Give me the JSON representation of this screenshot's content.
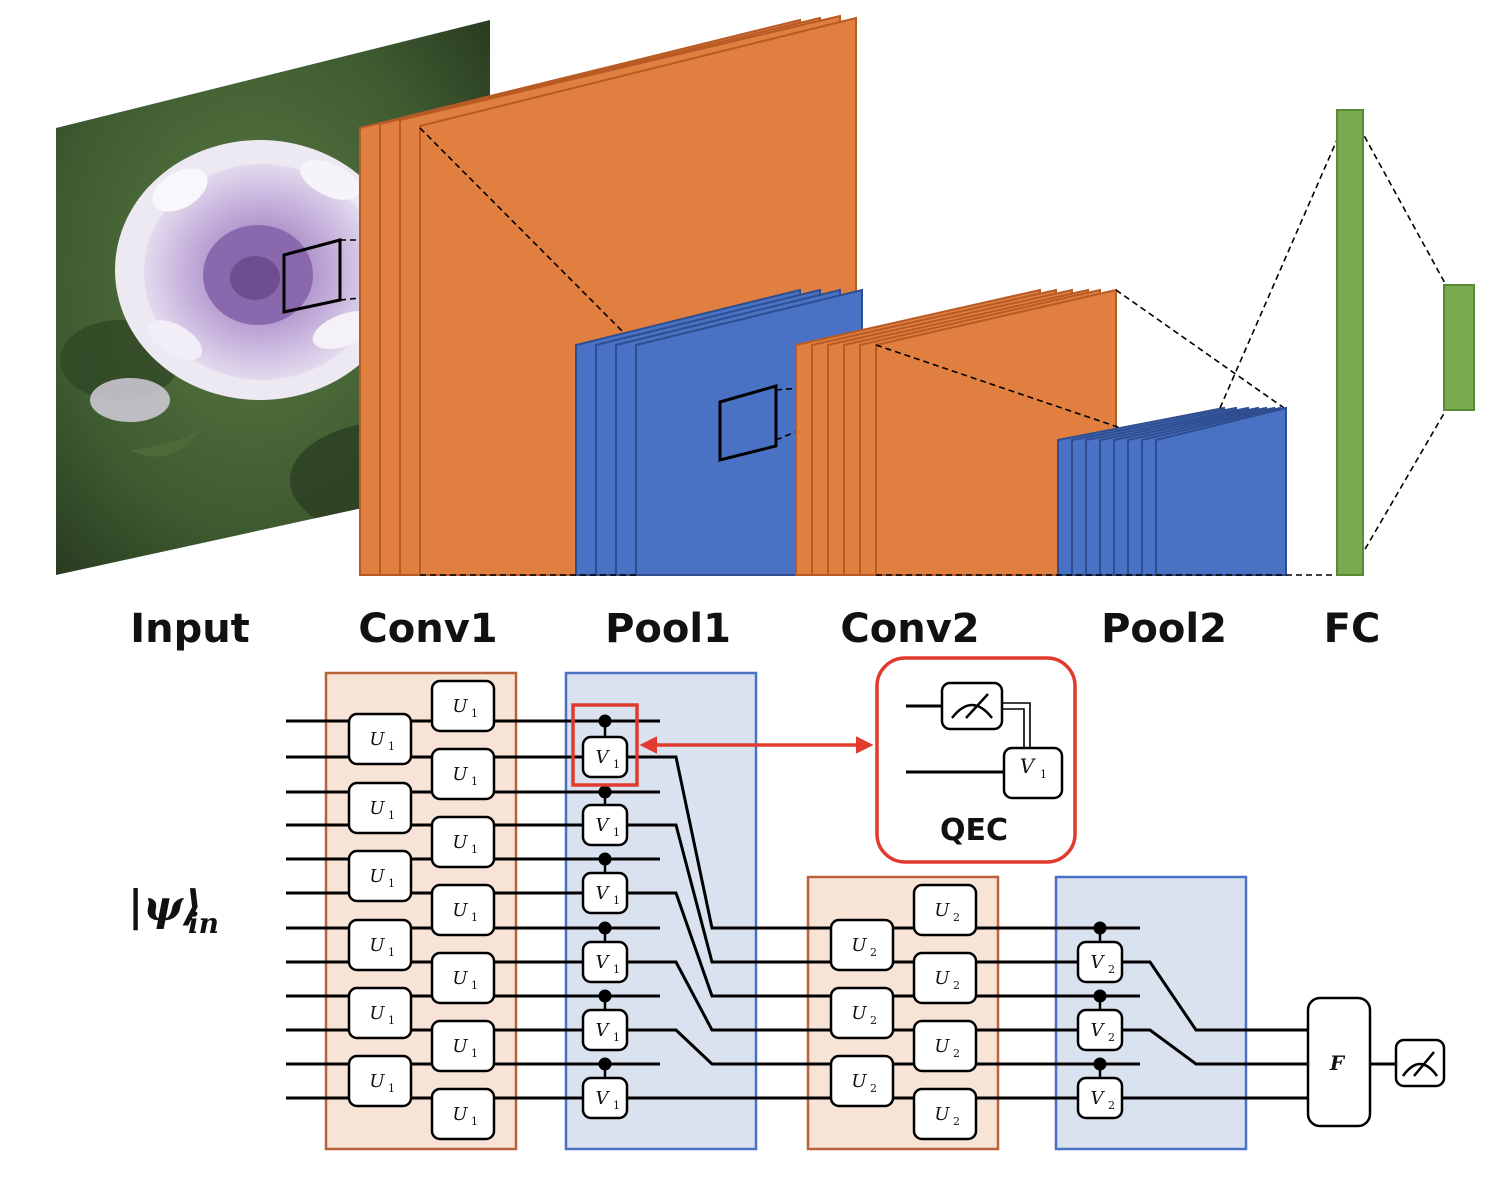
{
  "labels": {
    "input": "Input",
    "conv1": "Conv1",
    "pool1": "Pool1",
    "conv2": "Conv2",
    "pool2": "Pool2",
    "fc": "FC"
  },
  "circuit": {
    "state_psi": "|ψ⟩",
    "state_sub": "in",
    "u_gate": "U",
    "v_gate": "V",
    "sub1": "1",
    "sub2": "2",
    "f_gate": "F",
    "qec_label": "QEC"
  },
  "colors": {
    "conv_orange": "#e07f40",
    "conv_edge": "#b85a24",
    "pool_blue": "#4a72c4",
    "pool_edge": "#2f4e8f",
    "fc_green": "#7aaa50",
    "conv_box_fill": "#f8e4d6",
    "conv_box_edge": "#b9623a",
    "pool_box_fill": "#dbe2ef",
    "pool_box_edge": "#4a72c4",
    "qec_red": "#e23a2f"
  },
  "icons": {
    "measure": "meter-icon",
    "input_image": "flower-photo"
  }
}
